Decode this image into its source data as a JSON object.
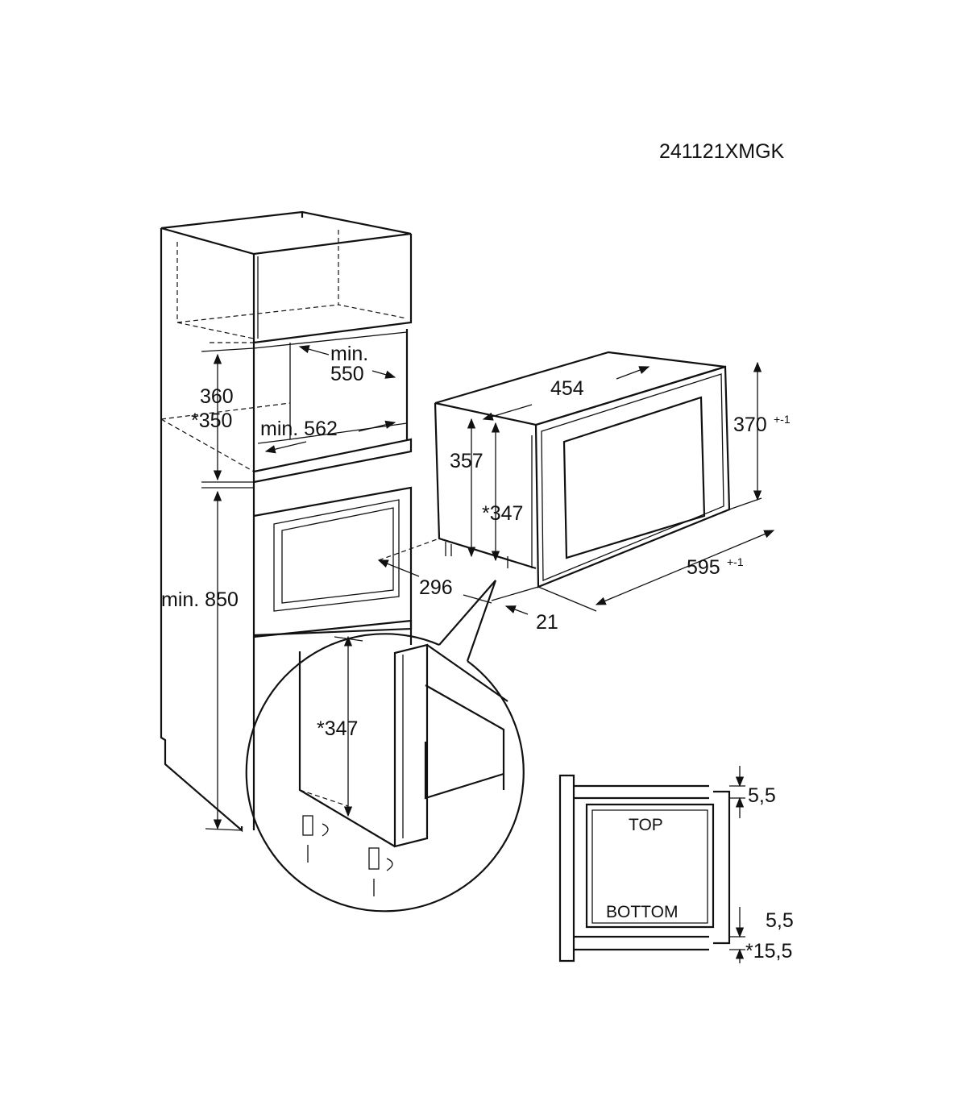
{
  "model_code": "241121XMGK",
  "cabinet": {
    "min_label": "min.",
    "depth_550": "550",
    "height_360": "360",
    "height_350": "*350",
    "width_562": "min. 562",
    "height_850": "min. 850"
  },
  "appliance": {
    "height_357": "357",
    "height_347": "*347",
    "depth_454": "454",
    "height_370": "370",
    "tolerance": "+-1",
    "width_595": "595",
    "width_tolerance": "+-1",
    "depth_296": "296",
    "offset_21": "21"
  },
  "detail": {
    "height_347": "*347"
  },
  "frame": {
    "top_label": "TOP",
    "bottom_label": "BOTTOM",
    "gap_top": "5,5",
    "gap_bottom": "5,5",
    "gap_bottom_alt": "*15,5"
  }
}
